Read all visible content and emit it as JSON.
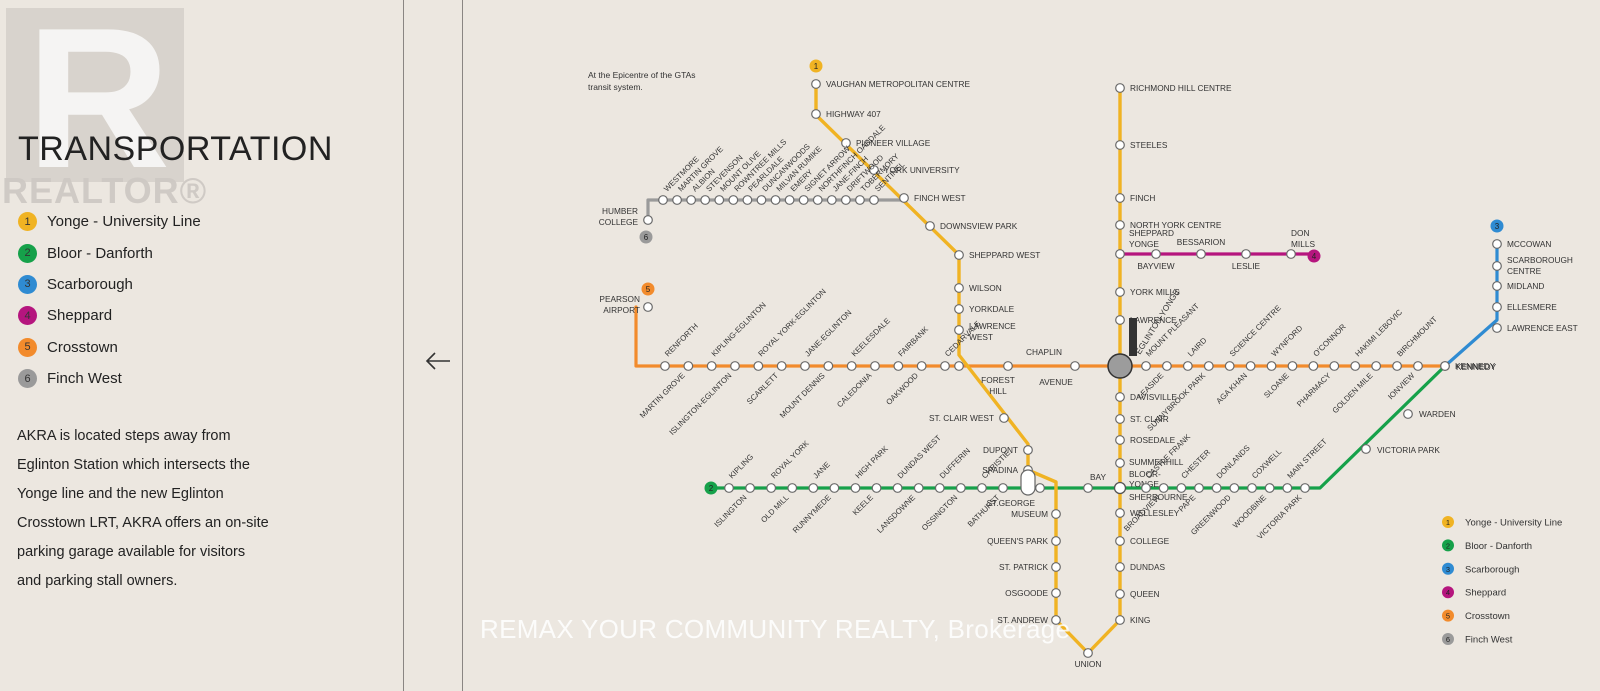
{
  "watermark": {
    "realtor": "REALTOR®",
    "brokerage": "REMAX YOUR COMMUNITY REALTY, Brokerage"
  },
  "title": "TRANSPORTATION",
  "legend": [
    {
      "num": "1",
      "name": "Yonge - University Line",
      "color": "#f0b323"
    },
    {
      "num": "2",
      "name": "Bloor - Danforth",
      "color": "#16a14a"
    },
    {
      "num": "3",
      "name": "Scarborough",
      "color": "#2f8bd2"
    },
    {
      "num": "4",
      "name": "Sheppard",
      "color": "#b5157e"
    },
    {
      "num": "5",
      "name": "Crosstown",
      "color": "#f28b2c"
    },
    {
      "num": "6",
      "name": "Finch West",
      "color": "#9a9a9a"
    }
  ],
  "description_lines": [
    "AKRA is located steps away from",
    "Eglinton Station which intersects the",
    "Yonge line and the new Eglinton",
    "Crosstown LRT, AKRA offers an on-site",
    "parking garage available for visitors",
    "and parking stall owners."
  ],
  "back_icon": "arrow-left-icon",
  "map": {
    "note_lines": [
      "At the Epicentre of the GTAs",
      "transit system."
    ],
    "lines": {
      "yonge_university": {
        "num": "1",
        "color": "#f0b323"
      },
      "bloor_danforth": {
        "num": "2",
        "color": "#16a14a"
      },
      "scarborough": {
        "num": "3",
        "color": "#2f8bd2"
      },
      "sheppard": {
        "num": "4",
        "color": "#b5157e"
      },
      "crosstown": {
        "num": "5",
        "color": "#f28b2c"
      },
      "finch_west": {
        "num": "6",
        "color": "#9a9a9a"
      }
    },
    "stations": {
      "university_branch": [
        "VAUGHAN METROPOLITAN CENTRE",
        "HIGHWAY 407",
        "PIONEER VILLAGE",
        "YORK UNIVERSITY",
        "FINCH WEST",
        "DOWNSVIEW PARK",
        "SHEPPARD WEST",
        "WILSON",
        "YORKDALE",
        "LAWRENCE WEST",
        "ST. CLAIR WEST",
        "DUPONT",
        "SPADINA",
        "ST.GEORGE",
        "MUSEUM",
        "QUEEN'S PARK",
        "ST. PATRICK",
        "OSGOODE",
        "ST. ANDREW",
        "UNION"
      ],
      "yonge_branch": [
        "RICHMOND HILL CENTRE",
        "STEELES",
        "FINCH",
        "NORTH YORK CENTRE",
        "SHEPPARD YONGE",
        "YORK MILLS",
        "LAWRENCE",
        "EGLINTON-YONGE",
        "DAVISVILLE",
        "ST. CLAIR",
        "ROSEDALE",
        "SUMMERHILL",
        "BLOOR-YONGE",
        "WELLESLEY",
        "COLLEGE",
        "DUNDAS",
        "QUEEN",
        "KING"
      ],
      "sheppard": [
        "BAYVIEW",
        "BESSARION",
        "LESLIE",
        "DON MILLS"
      ],
      "scarborough": [
        "MCCOWAN",
        "SCARBOROUGH CENTRE",
        "MIDLAND",
        "ELLESMERE",
        "LAWRENCE EAST",
        "KENNEDY"
      ],
      "finch_west": [
        "HUMBER COLLEGE",
        "WESTMORE",
        "MARTIN GROVE",
        "ALBION",
        "STEVENSON",
        "MOUNT OLIVE",
        "ROWNTREE MILLS",
        "PEARLDALE",
        "DUNCANWOODS",
        "MILVAN RUMIKE",
        "EMERY",
        "SIGNET ARROW",
        "NORTHFINCH OAKDALE",
        "JANE-FINCH",
        "DRIFTWOOD",
        "TOBERMORY",
        "SENTINEL"
      ],
      "crosstown": [
        "PEARSON AIRPORT",
        "RENFORTH",
        "MARTIN GROVE",
        "KIPLING-EGLINTON",
        "ISLINGTON-EGLINTON",
        "ROYAL YORK-EGLINTON",
        "SCARLETT",
        "JANE-EGLINTON",
        "MOUNT DENNIS",
        "KEELESDALE",
        "CALEDONIA",
        "FAIRBANK",
        "OAKWOOD",
        "CEDARVALE",
        "FOREST HILL",
        "CHAPLIN",
        "AVENUE",
        "MOUNT PLEASANT",
        "LEASIDE",
        "LAIRD",
        "SUNNYBROOK PARK",
        "SCIENCE CENTRE",
        "AGA KHAN",
        "WYNFORD",
        "SLOANE",
        "O'CONNOR",
        "PHARMACY",
        "HAKIMI LEBOVIC",
        "GOLDEN MILE",
        "BIRCHMOUNT",
        "IONVIEW"
      ],
      "bloor": [
        "KIPLING",
        "ISLINGTON",
        "ROYAL YORK",
        "OLD MILL",
        "JANE",
        "RUNNYMEDE",
        "HIGH PARK",
        "KEELE",
        "DUNDAS WEST",
        "LANSDOWNE",
        "DUFFERIN",
        "OSSINGTON",
        "CHRISTIE",
        "BATHURST",
        "BAY",
        "SHERBOURNE",
        "CASTLE FRANK",
        "BROADVIEW",
        "CHESTER",
        "PAPE",
        "DONLANDS",
        "GREENWOOD",
        "COXWELL",
        "WOODBINE",
        "MAIN STREET",
        "VICTORIA PARK",
        "WARDEN"
      ]
    }
  }
}
